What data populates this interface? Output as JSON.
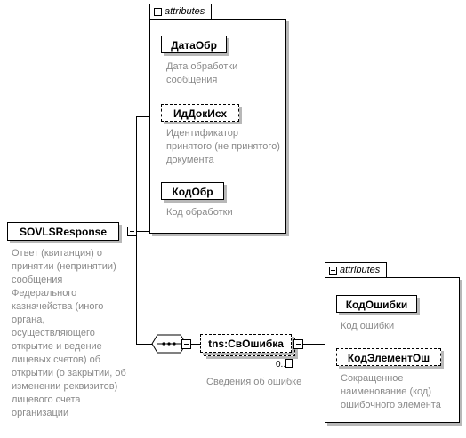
{
  "root": {
    "name": "SOVLSResponse",
    "description": "Ответ (квитанция) о принятии (непринятии) сообщения Федерального казначейства (иного органа, осуществляющего открытие и ведение лицевых счетов) об открытии (о закрытии, об изменении реквизитов) лицевого счета организации"
  },
  "group_top": {
    "tab_label": "attributes",
    "items": [
      {
        "name": "ДатаОбр",
        "description": "Дата обработки сообщения",
        "optional": false
      },
      {
        "name": "ИдДокИсх",
        "description": "Идентификатор принятого (не принятого) документа",
        "optional": true
      },
      {
        "name": "КодОбр",
        "description": "Код обработки",
        "optional": false
      }
    ]
  },
  "child": {
    "name": "tns:СвОшибка",
    "multiplicity": "0..",
    "description": "Сведения об ошибке"
  },
  "group_bottom": {
    "tab_label": "attributes",
    "items": [
      {
        "name": "КодОшибки",
        "description": "Код ошибки",
        "optional": false
      },
      {
        "name": "КодЭлементОш",
        "description": "Сокращенное наименование (код) ошибочного элемента",
        "optional": true
      }
    ]
  }
}
